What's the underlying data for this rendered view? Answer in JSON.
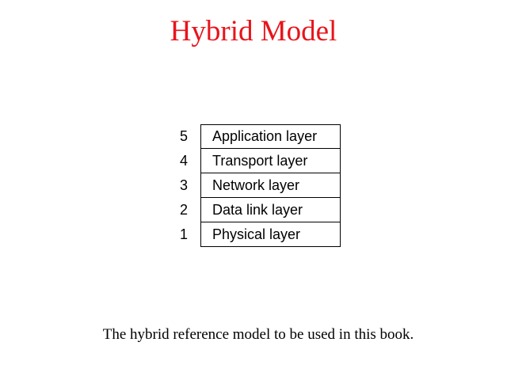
{
  "title": "Hybrid Model",
  "layers": [
    {
      "number": "5",
      "name": "Application layer"
    },
    {
      "number": "4",
      "name": "Transport layer"
    },
    {
      "number": "3",
      "name": "Network layer"
    },
    {
      "number": "2",
      "name": "Data link layer"
    },
    {
      "number": "1",
      "name": "Physical layer"
    }
  ],
  "caption": "The hybrid reference model to be used in this book.",
  "colors": {
    "title": "#e8141b",
    "text": "#000000",
    "background": "#ffffff"
  }
}
